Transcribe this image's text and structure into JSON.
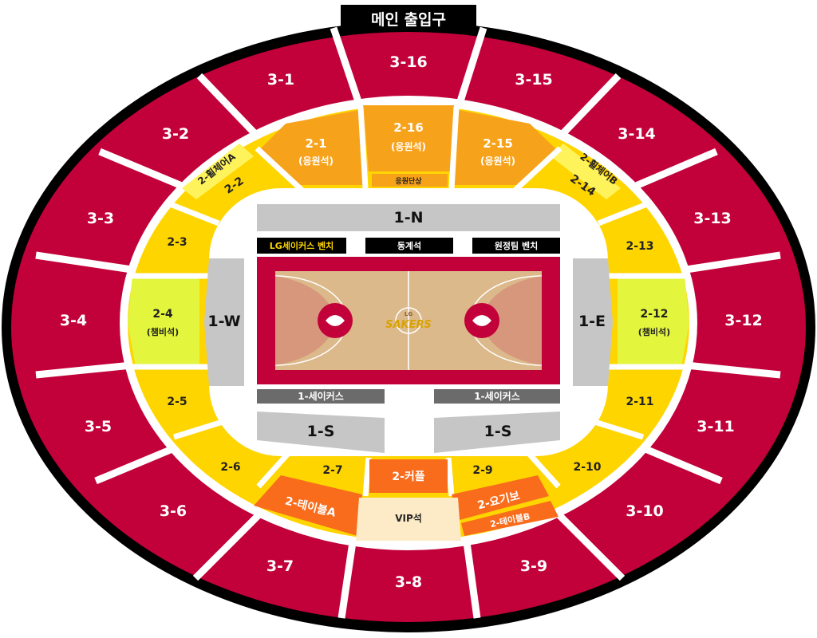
{
  "header": {
    "entrance": "메인 출입구"
  },
  "colors": {
    "tier3": "#c2003a",
    "tier2_orange": "#f7a21b",
    "tier2_yellow": "#ffd500",
    "tier2_light_yellow": "#fff35c",
    "champion_green": "#e3f53c",
    "deep_orange": "#f86c1c",
    "tier1_gray": "#c6c6c6",
    "court_wood": "#dcb98b",
    "court_red": "#c2003a",
    "vip": "#fdebc8"
  },
  "court": {
    "brand_top": "LG",
    "brand_name": "SAKERS"
  },
  "benches": {
    "home": "LG세이커스 벤치",
    "scorer": "동계석",
    "away": "원정팀 벤치"
  },
  "tier1": {
    "north": "1-N",
    "west": "1-W",
    "east": "1-E",
    "south_left": "1-S",
    "south_right": "1-S",
    "sakers_left": "1-세이커스",
    "sakers_right": "1-세이커스"
  },
  "tier2": {
    "s2_1": {
      "label": "2-1",
      "sub": "(응원석)"
    },
    "s2_16": {
      "label": "2-16",
      "sub": "(응원석)"
    },
    "s2_15": {
      "label": "2-15",
      "sub": "(응원석)"
    },
    "cheer_stage": "응원단상",
    "wheelchair_a": "2-휠체어A",
    "wheelchair_b": "2-휠체어B",
    "s2_2": "2-2",
    "s2_14": "2-14",
    "s2_3": "2-3",
    "s2_13": "2-13",
    "s2_4": {
      "label": "2-4",
      "sub": "(챔비석)"
    },
    "s2_12": {
      "label": "2-12",
      "sub": "(챔비석)"
    },
    "s2_5": "2-5",
    "s2_11": "2-11",
    "s2_6": "2-6",
    "s2_10": "2-10",
    "s2_7": "2-7",
    "s2_9": "2-9",
    "couple": "2-커플",
    "table_a": "2-테이블A",
    "vip": "VIP석",
    "yogibo": "2-요기보",
    "table_b": "2-테이블B"
  },
  "tier3": {
    "s3_1": "3-1",
    "s3_2": "3-2",
    "s3_3": "3-3",
    "s3_4": "3-4",
    "s3_5": "3-5",
    "s3_6": "3-6",
    "s3_7": "3-7",
    "s3_8": "3-8",
    "s3_9": "3-9",
    "s3_10": "3-10",
    "s3_11": "3-11",
    "s3_12": "3-12",
    "s3_13": "3-13",
    "s3_14": "3-14",
    "s3_15": "3-15",
    "s3_16": "3-16"
  }
}
